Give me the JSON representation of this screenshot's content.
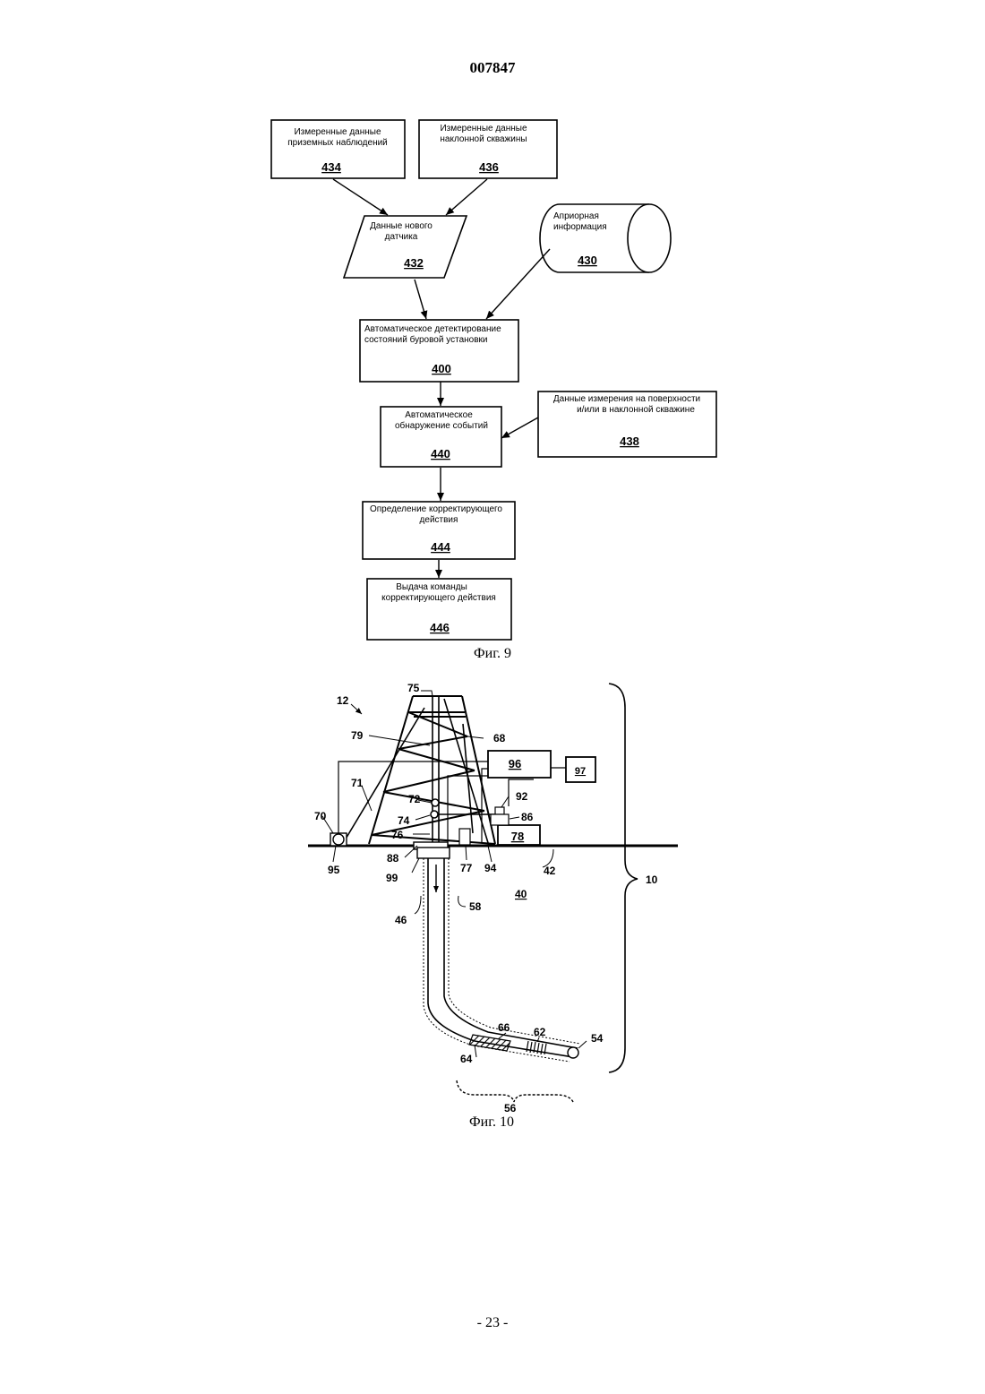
{
  "header": {
    "doc_number": "007847"
  },
  "fig9": {
    "caption": "Фиг. 9",
    "nodes": [
      {
        "id": "434",
        "lines": [
          "Измеренные данные",
          "приземных наблюдений"
        ],
        "ref": "434"
      },
      {
        "id": "436",
        "lines": [
          "Измеренные данные",
          "наклонной скважины"
        ],
        "ref": "436"
      },
      {
        "id": "432",
        "lines": [
          "Данные нового",
          "датчика"
        ],
        "ref": "432"
      },
      {
        "id": "430",
        "lines": [
          "Априорная",
          "информация"
        ],
        "ref": "430"
      },
      {
        "id": "400",
        "lines": [
          "Автоматическое детектирование",
          "состояний буровой установки"
        ],
        "ref": "400"
      },
      {
        "id": "438",
        "lines": [
          "Данные измерения на поверхности",
          "и/или в наклонной скважине"
        ],
        "ref": "438"
      },
      {
        "id": "440",
        "lines": [
          "Автоматическое",
          "обнаружение событий"
        ],
        "ref": "440"
      },
      {
        "id": "444",
        "lines": [
          "Определение корректирующего",
          "действия"
        ],
        "ref": "444"
      },
      {
        "id": "446",
        "lines": [
          "Выдача команды",
          "корректирующего действия"
        ],
        "ref": "446"
      }
    ]
  },
  "fig10": {
    "caption": "Фиг. 10",
    "labels": {
      "rig": "12",
      "crown": "75",
      "cable": "79",
      "derrick": "68",
      "processor": "96",
      "display": "97",
      "drawline": "71",
      "block": "72",
      "sensor_92": "92",
      "drawworks_sensor": "70",
      "hook": "74",
      "sensor_86": "86",
      "kelly": "76",
      "pump": "78",
      "rotary": "88",
      "ground_sensor": "95",
      "wellhead": "99",
      "sensor_77": "77",
      "sensor_94": "94",
      "surface": "42",
      "formation": "40",
      "system": "10",
      "borehole": "46",
      "drillstring": "58",
      "stabilizer": "66",
      "mwd": "62",
      "bit": "54",
      "motor": "64",
      "bha": "56"
    }
  },
  "footer": {
    "page": "- 23 -"
  }
}
